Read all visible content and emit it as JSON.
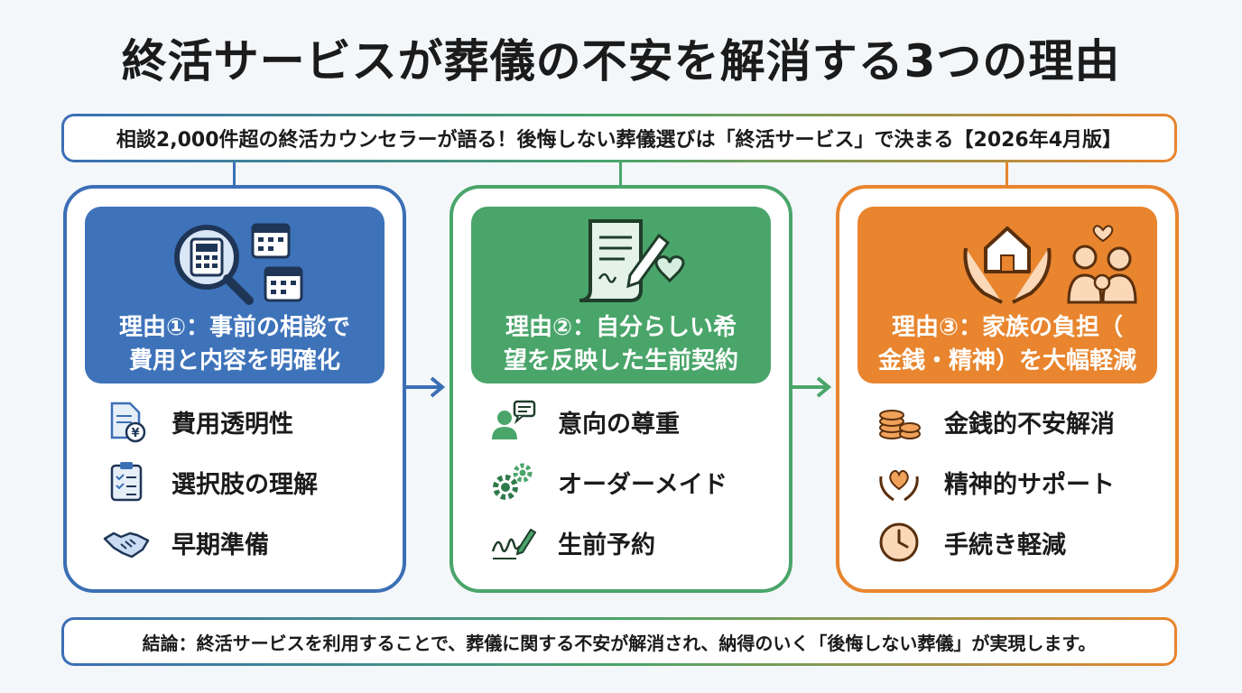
{
  "title": "終活サービスが葬儀の不安を解消する3つの理由",
  "subtitle": "相談2,000件超の終活カウンセラーが語る！後悔しない葬儀選びは「終活サービス」で決まる【2026年4月版】",
  "colors": {
    "blue": "#3b6fb5",
    "green": "#4aa56a",
    "orange": "#e8852e"
  },
  "reasons": [
    {
      "title_line1": "理由①：事前の相談で",
      "title_line2": "費用と内容を明確化",
      "icon": "magnifier-calculator-calendar-icon",
      "items": [
        {
          "label": "費用透明性",
          "icon": "document-yen-icon"
        },
        {
          "label": "選択肢の理解",
          "icon": "clipboard-checklist-icon"
        },
        {
          "label": "早期準備",
          "icon": "handshake-icon"
        }
      ]
    },
    {
      "title_line1": "理由②：自分らしい希",
      "title_line2": "望を反映した生前契約",
      "icon": "contract-pen-heart-icon",
      "items": [
        {
          "label": "意向の尊重",
          "icon": "person-speech-icon"
        },
        {
          "label": "オーダーメイド",
          "icon": "gears-icon"
        },
        {
          "label": "生前予約",
          "icon": "signature-pen-icon"
        }
      ]
    },
    {
      "title_line1": "理由③：家族の負担（",
      "title_line2": "金銭・精神）を大幅軽減",
      "icon": "hands-house-family-icon",
      "items": [
        {
          "label": "金銭的不安解消",
          "icon": "coins-icon"
        },
        {
          "label": "精神的サポート",
          "icon": "hands-heart-icon"
        },
        {
          "label": "手続き軽減",
          "icon": "clock-icon"
        }
      ]
    }
  ],
  "conclusion": "結論：終活サービスを利用することで、葬儀に関する不安が解消され、納得のいく「後悔しない葬儀」が実現します。"
}
